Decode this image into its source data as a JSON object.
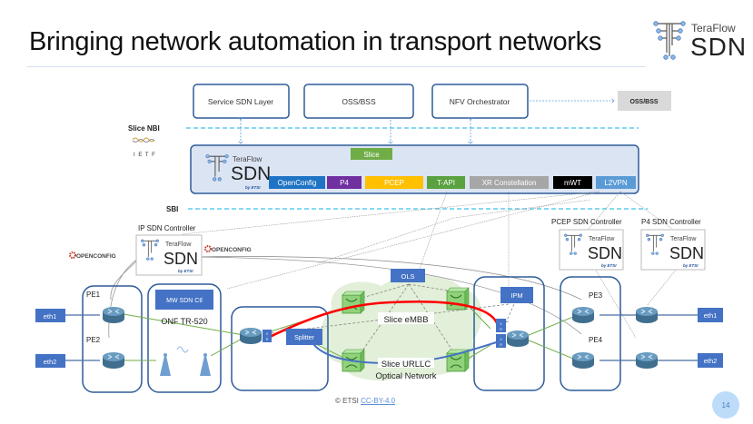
{
  "slide": {
    "title": "Bringing network automation in transport networks",
    "logo": {
      "small": "TeraFlow",
      "big": "SDN",
      "icon": "teraflow-logo-icon"
    },
    "footer": {
      "copyright": "© ETSI",
      "license_link": "CC-BY-4.0"
    },
    "page_number": "14"
  },
  "diagram": {
    "top_boxes": [
      {
        "label": "Service SDN Layer"
      },
      {
        "label": "OSS/BSS"
      },
      {
        "label": "NFV Orchestrator"
      }
    ],
    "external_box": {
      "label": "OSS/BSS"
    },
    "slice_nbi_label": "Slice NBI",
    "ietf_label": "I E T F",
    "sbi_label": "SBI",
    "controller": {
      "logo_small": "TeraFlow",
      "logo_big": "SDN",
      "by": "by ETSI",
      "slice_label": "Slice",
      "plugins": [
        {
          "label": "OpenConfig",
          "color": "#1f73c4",
          "text": "#ffffff"
        },
        {
          "label": "P4",
          "color": "#7030a0",
          "text": "#ffffff"
        },
        {
          "label": "PCEP",
          "color": "#ffc000",
          "text": "#ffffff"
        },
        {
          "label": "T-API",
          "color": "#5aa140",
          "text": "#ffffff"
        },
        {
          "label": "XR Constellation",
          "color": "#a6a6a6",
          "text": "#ffffff"
        },
        {
          "label": "mWT",
          "color": "#000000",
          "text": "#ffffff"
        },
        {
          "label": "L2VPN",
          "color": "#5b9bd5",
          "text": "#ffffff"
        }
      ],
      "slice_color": "#70ad47"
    },
    "sub_controllers": [
      {
        "title": "IP SDN Controller",
        "logo_small": "TeraFlow",
        "logo_big": "SDN",
        "by": "by ETSI"
      },
      {
        "title": "PCEP SDN Controller",
        "logo_small": "TeraFlow",
        "logo_big": "SDN",
        "by": "by ETSI"
      },
      {
        "title": "P4 SDN Controller",
        "logo_small": "TeraFlow",
        "logo_big": "SDN",
        "by": "by ETSI"
      }
    ],
    "openconfig_labels": [
      "OPENCONFIG",
      "OPENCONFIG"
    ],
    "network": {
      "pe_labels": [
        "PE1",
        "PE2",
        "PE3",
        "PE4"
      ],
      "eth_left": [
        "eth1",
        "eth2"
      ],
      "eth_right": [
        "eth1",
        "eth2"
      ],
      "mw_controller": "MW SDN Ctl",
      "onf_label": "ONF TR-520",
      "splitter": "Splitter",
      "ols": "OLS",
      "ipm": "IPM",
      "slice_embb": "Slice eMBB",
      "slice_urllc": "Slice URLLC",
      "optical_network": "Optical Network",
      "xr_label": "X R"
    },
    "colors": {
      "box_border": "#2e5c9a",
      "node_blue": "#4472c4",
      "dashed_cyan": "#3fc0ee",
      "embb_path": "#ff0000",
      "urllc_path": "#4472c4",
      "green_link": "#70ad47",
      "cloud": "#e2efd9"
    }
  }
}
